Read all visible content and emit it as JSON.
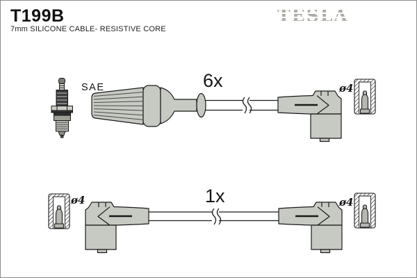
{
  "header": {
    "part_number": "T199B",
    "subtitle": "7mm SILICONE CABLE- RESISTIVE CORE",
    "brand": "TESLA"
  },
  "diagram": {
    "spark_plug_label": "SAE",
    "top_assembly": {
      "quantity_label": "6x",
      "terminal_diameter_label": "ø4"
    },
    "bottom_assembly": {
      "quantity_label": "1x",
      "terminal_diameter_left_label": "ø4",
      "terminal_diameter_right_label": "ø4"
    }
  },
  "colors": {
    "outline": "#1a1a1a",
    "boot_fill": "#c6cac2",
    "metal_gray": "#9aa096",
    "logo_gray": "#a9ada3",
    "background": "#ffffff"
  }
}
